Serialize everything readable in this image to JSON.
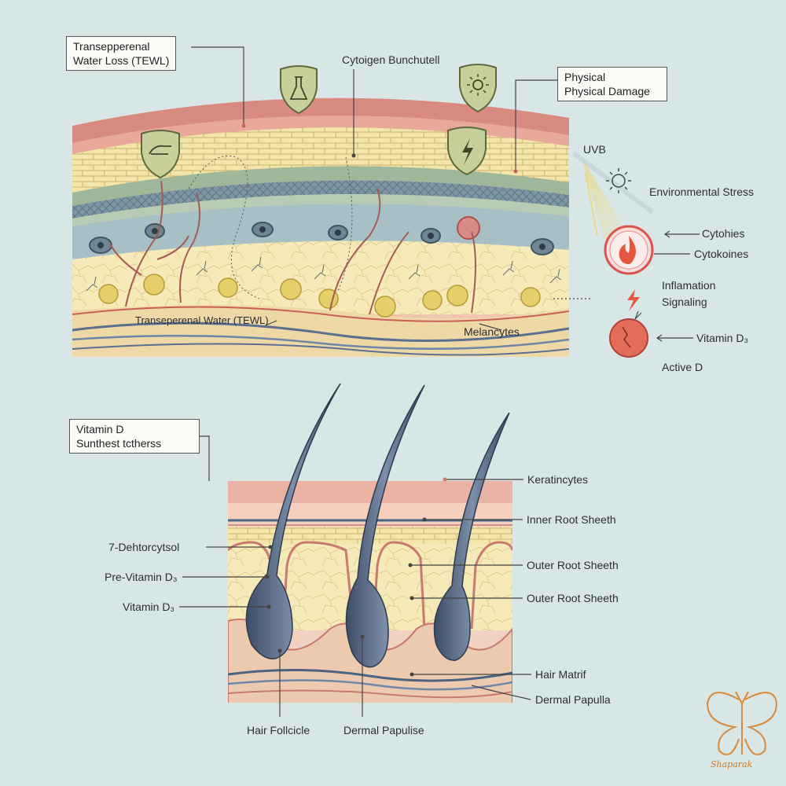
{
  "top_labels": {
    "tewl_box": [
      "Transepperenal",
      "Water Loss (TEWL)"
    ],
    "cytoigen": "Cytoigen Bunchutell",
    "physical_box": [
      "Physical",
      "Physical Damage"
    ],
    "uvb": "UVB",
    "environmental_stress": "Environmental Stress",
    "cytohies": "Cytohies",
    "cytokoines": "Cytokoines",
    "inflamation": "Inflamation",
    "signaling": "Signaling",
    "vitamin_d3": "Vitamin D₃",
    "active_d": "Active D",
    "tewl_inner": "Transeperenal Water (TEWL)",
    "melancytes": "Melancytes"
  },
  "bottom_labels": {
    "synth_box": [
      "Vitamin D",
      "Sunthest tctherss"
    ],
    "dehydro": "7-Dehtorcytsol",
    "pre_vitamin": "Pre-Vitamin D₃",
    "vitamin_d3": "Vitamin D₃",
    "keratincytes": "Keratincytes",
    "inner_root": "Inner Root Sheeth",
    "outer_root_1": "Outer Root Sheeth",
    "outer_root_2": "Outer Root Sheeth",
    "hair_matrif": "Hair Matrif",
    "dermal_papulla": "Dermal Papulla",
    "hair_follcicle": "Hair Follcicle",
    "dermal_papulise": "Dermal Papulise"
  },
  "watermark": "Shaparak",
  "colors": {
    "background": "#d9e6e6",
    "stratum_corneum": "#d98a80",
    "brick_layer": "#f2e2a6",
    "green_layer": "#9fb89a",
    "blue_layer": "#9db7c0",
    "dermis": "#f3e2b0",
    "hair": "#4e5f78",
    "shield": "#c9cf9a",
    "inflammation_red": "#d9544a",
    "watermark": "#d88a3a"
  },
  "icons": [
    "flask-shield-icon",
    "sun-shield-icon",
    "hand-shield-icon",
    "lightning-shield-icon",
    "sun-icon",
    "flame-icon",
    "lightning-icon",
    "butterfly-logo-icon"
  ]
}
